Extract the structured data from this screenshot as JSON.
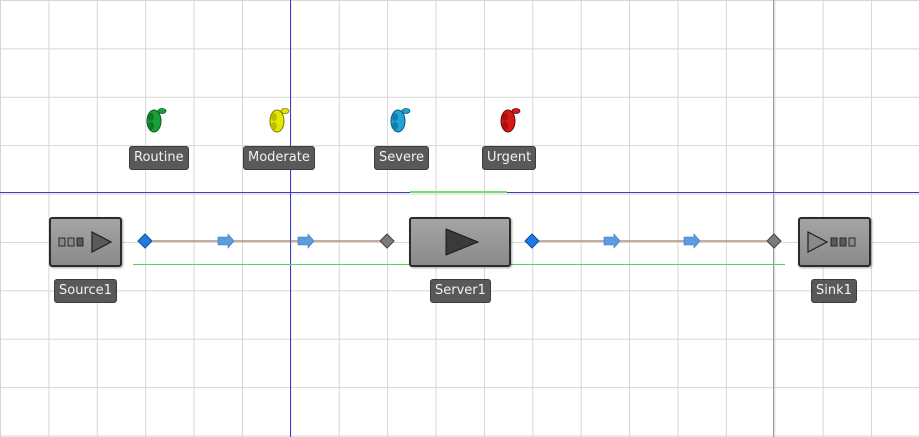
{
  "entities": [
    {
      "label": "Routine",
      "color": "#1aa03a"
    },
    {
      "label": "Moderate",
      "color": "#e6e600"
    },
    {
      "label": "Severe",
      "color": "#1fa3d8"
    },
    {
      "label": "Urgent",
      "color": "#d81818"
    }
  ],
  "objects": {
    "source": {
      "label": "Source1",
      "icon": "source-icon"
    },
    "server": {
      "label": "Server1",
      "icon": "play-icon"
    },
    "sink": {
      "label": "Sink1",
      "icon": "sink-icon"
    }
  },
  "colors": {
    "grid": "#d6d6d6",
    "axis": "#3a3ad0",
    "selection": "#4fd84f",
    "node_output": "#1e7be0",
    "node_input": "#7a7a7a",
    "path_line": "#8b5a3c",
    "arrow": "#5b9be0"
  }
}
